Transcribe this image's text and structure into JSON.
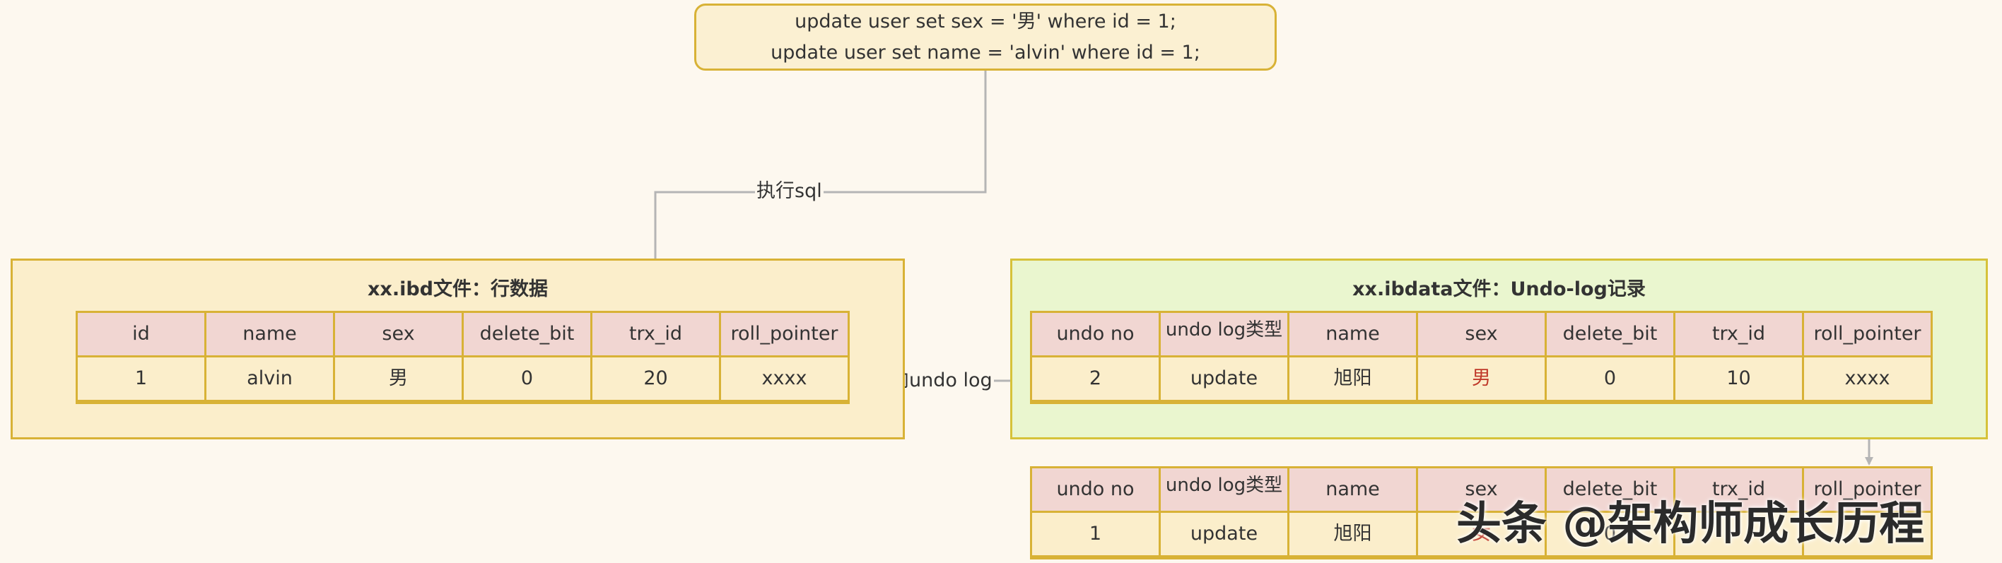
{
  "sql": {
    "line1": "update user set sex = '男' where id = 1;",
    "line2": "update user set name = 'alvin' where id = 1;"
  },
  "edges": {
    "exec_label": "执行sql",
    "point_label": "指向undo log"
  },
  "ibd": {
    "title": "xx.ibd文件：行数据",
    "headers": [
      "id",
      "name",
      "sex",
      "delete_bit",
      "trx_id",
      "roll_pointer"
    ],
    "row": [
      "1",
      "alvin",
      "男",
      "0",
      "20",
      "xxxx"
    ]
  },
  "ibdata": {
    "title": "xx.ibdata文件：Undo-log记录",
    "headers": [
      "undo no",
      "undo log类型",
      "name",
      "sex",
      "delete_bit",
      "trx_id",
      "roll_pointer"
    ],
    "row1": [
      "2",
      "update",
      "旭阳",
      "男",
      "0",
      "10",
      "xxxx"
    ],
    "row2": [
      "1",
      "update",
      "旭阳",
      "女",
      "0",
      "",
      ""
    ]
  },
  "watermark": "头条 @架构师成长历程",
  "colors": {
    "line": "#b5b5b5",
    "border": "#d8b236",
    "header_bg": "#f1d6d2",
    "cell_bg": "#fbeecb",
    "right_panel_bg": "#eaf6cf",
    "highlight_text": "#c03a2b"
  }
}
